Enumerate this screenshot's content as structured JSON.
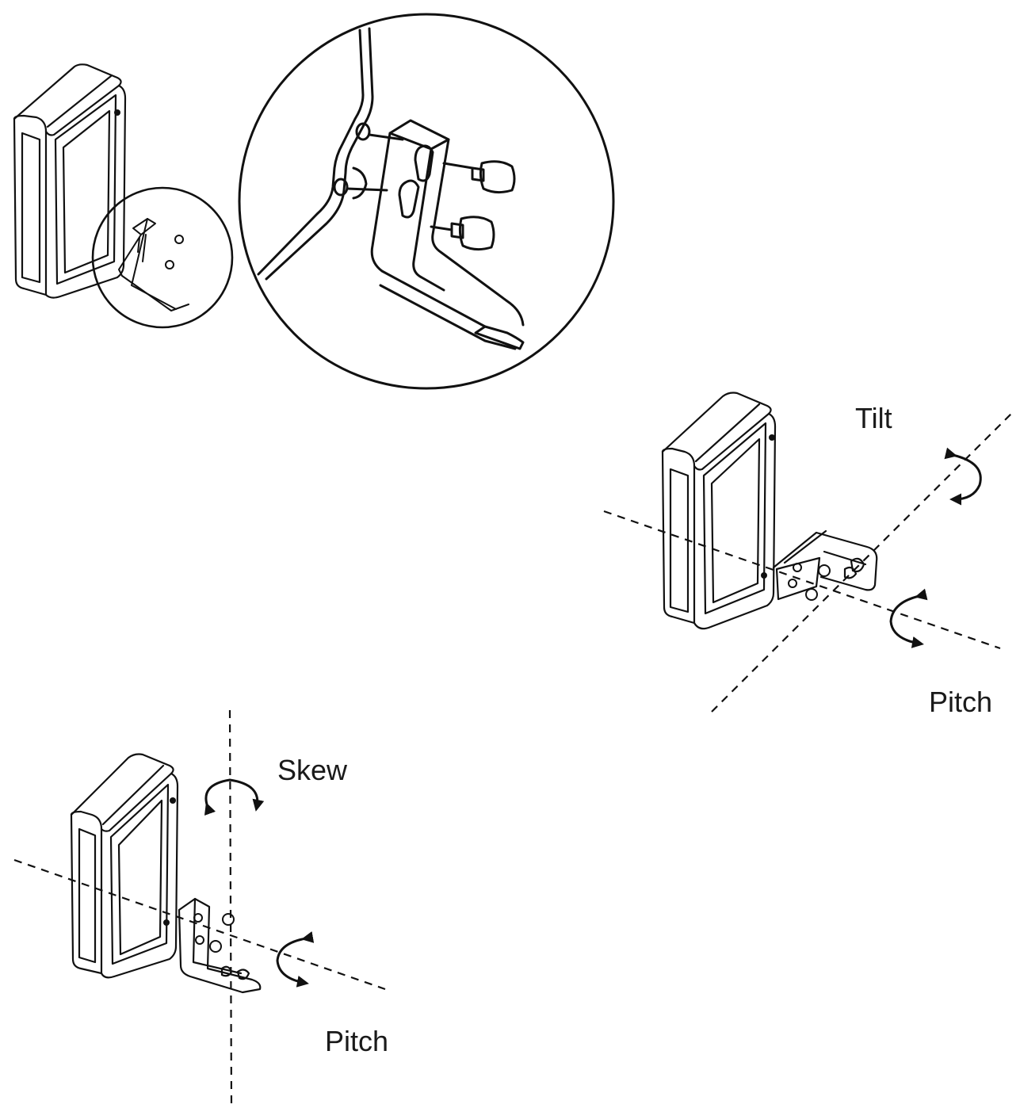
{
  "labels": {
    "tilt": "Tilt",
    "pitch_right": "Pitch",
    "skew": "Skew",
    "pitch_left": "Pitch"
  },
  "colors": {
    "line": "#111111",
    "background": "#ffffff"
  }
}
